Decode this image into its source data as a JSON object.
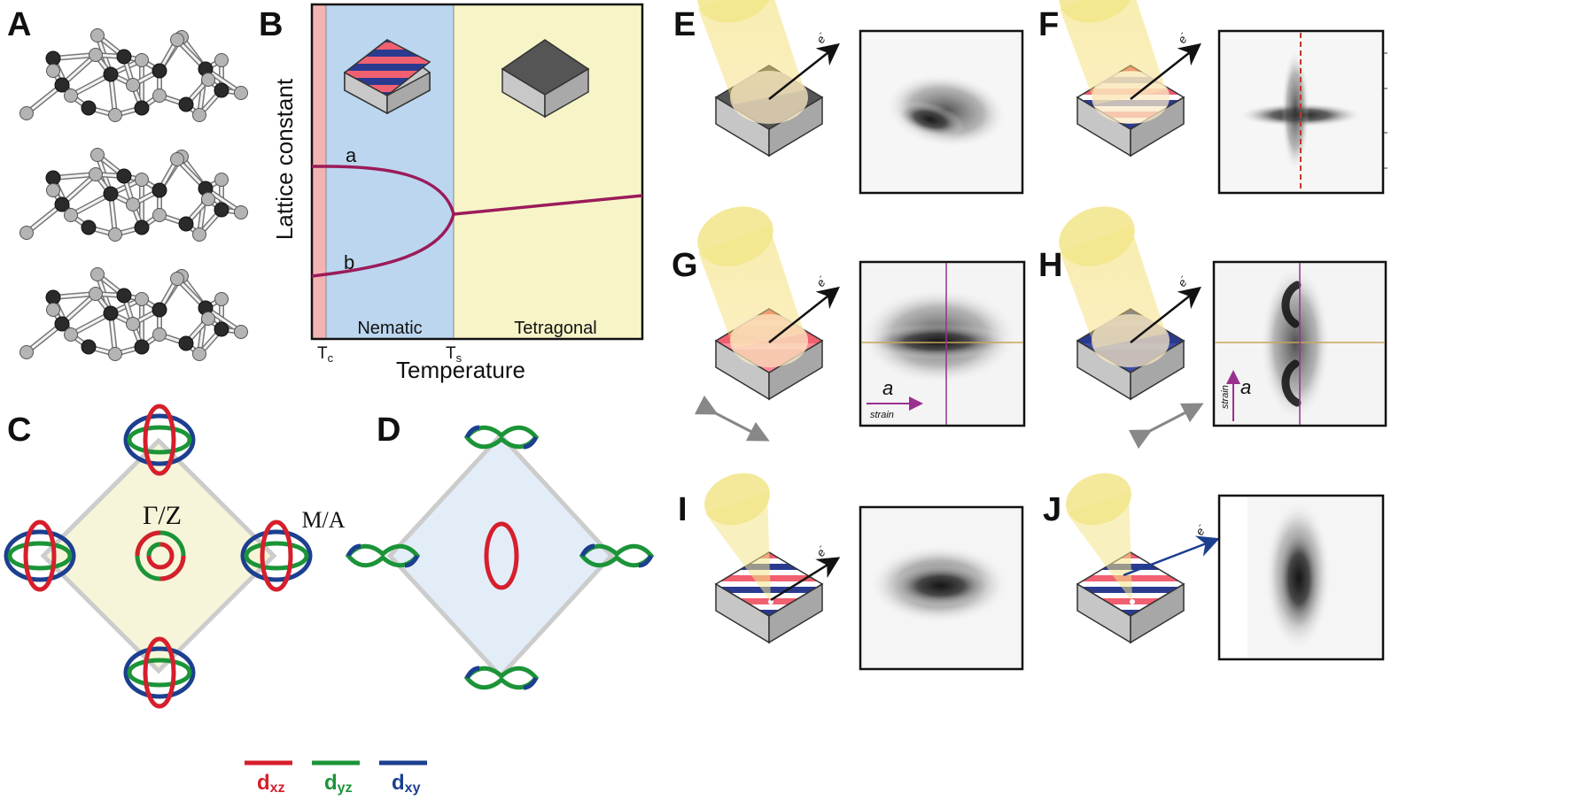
{
  "panels": {
    "A": "A",
    "B": "B",
    "C": "C",
    "D": "D",
    "E": "E",
    "F": "F",
    "G": "G",
    "H": "H",
    "I": "I",
    "J": "J"
  },
  "phase_diagram": {
    "ylabel": "Lattice constant",
    "xlabel": "Temperature",
    "curve_a": "a",
    "curve_b": "b",
    "region_nematic": "Nematic",
    "region_tetragonal": "Tetragonal",
    "tc_main": "T",
    "tc_sub": "c",
    "ts_main": "T",
    "ts_sub": "s",
    "colors": {
      "superconducting": "#f4b3b3",
      "nematic": "#bcd6ef",
      "tetragonal": "#f7f5c8",
      "curve": "#9b1b5a"
    }
  },
  "fermi_surface": {
    "gamma_label": "Γ/Z",
    "m_label": "M/A",
    "legend": [
      {
        "main": "d",
        "sub": "xz",
        "color": "#d61f2c"
      },
      {
        "main": "d",
        "sub": "yz",
        "color": "#1b9438"
      },
      {
        "main": "d",
        "sub": "xy",
        "color": "#1c3f8f"
      }
    ]
  },
  "arpes": {
    "electron_label": "e",
    "electron_sup": "-",
    "axis_a": "a",
    "strain_label": "strain",
    "colors": {
      "stripe_red": "#f06070",
      "stripe_blue": "#2a3b8f",
      "beam": "#f2e58a",
      "marker_purple": "#9b2f8f",
      "marker_orange": "#c9a45a"
    }
  }
}
